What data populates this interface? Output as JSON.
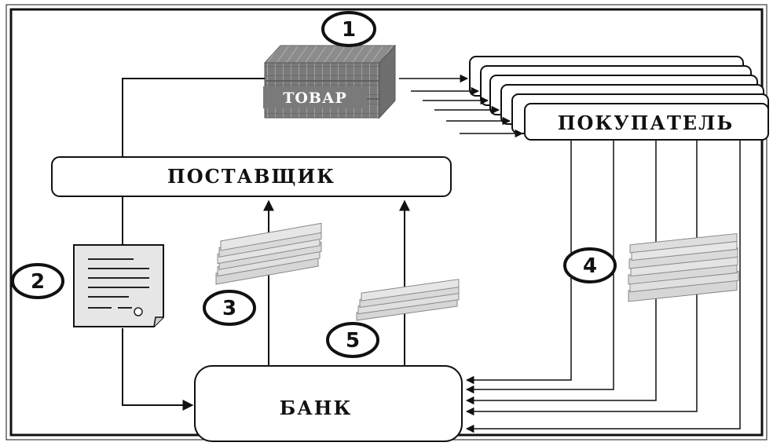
{
  "diagram": {
    "goods_label": "ТОВАР",
    "supplier_label": "ПОСТАВЩИК",
    "buyer_label": "ПОКУПАТЕЛЬ",
    "bank_label": "БАНК",
    "steps": [
      "1",
      "2",
      "3",
      "4",
      "5"
    ]
  },
  "colors": {
    "line": "#111111",
    "box_fill": "#ffffff",
    "goods_fill": "#7f7f7f",
    "document_fill": "#e6e6e6"
  },
  "icons": {
    "goods": "stacked-boxes-icon",
    "document": "contract-document-icon",
    "money": "banknote-stack-icon"
  }
}
